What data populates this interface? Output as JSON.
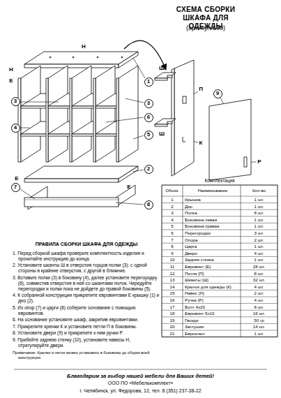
{
  "diagram": {
    "title": "СХЕМА СБОРКИ ШКАФА ДЛЯ ОДЕЖДЫ",
    "nodes": [
      {
        "text": [
          "1"
        ]
      },
      {
        "text": [
          "9"
        ]
      },
      {
        "text": [
          "3"
        ]
      },
      {
        "text": [
          "3"
        ]
      },
      {
        "text": [
          "6"
        ]
      },
      {
        "text": [
          "4"
        ]
      },
      {
        "text": [
          "5"
        ]
      },
      {
        "text": [
          "2"
        ]
      },
      {
        "text": [
          "7"
        ]
      },
      {
        "text": [
          "8"
        ]
      }
    ],
    "labels": [
      "(артикул 530)",
      "Н",
      "Н",
      "Е",
      "Е",
      "Е",
      "Ш",
      "Ш",
      "П",
      "К",
      "Р",
      "Комплектация",
      "Обозн.",
      "Наименование",
      "Кол-во",
      "1",
      "Крышка",
      "1 шт.",
      "2",
      "Дно",
      "1 шт.",
      "3",
      "Полка",
      "8 шт.",
      "4",
      "Боковина левая",
      "1 шт.",
      "5",
      "Боковина правая",
      "1 шт.",
      "6",
      "Перегородки",
      "3 шт.",
      "7",
      "Опора",
      "2 шт.",
      "8",
      "Царга",
      "1 шт.",
      "9",
      "Двери",
      "4 шт.",
      "10",
      "Задняя стенка",
      "1 шт.",
      "11",
      "Евровинт (Е)",
      "28 шт.",
      "12",
      "Петля (П)",
      "8 шт.",
      "13",
      "Шканты (Ш)",
      "32 шт.",
      "14",
      "Крючок для одежды (К)",
      "4 шт.",
      "15",
      "Навес (Н)",
      "2 шт.",
      "16",
      "Ручка (Р)",
      "4 шт.",
      "17",
      "Болт 4х20",
      "8 шт.",
      "18",
      "Евровинт 5х10",
      "16 шт.",
      "19",
      "Гвозди",
      "50 гр",
      "20",
      "Заглушки",
      "14 шт.",
      "21",
      "Евроключ",
      "1 шт.",
      "ПРАВИЛА СБОРКИ ШКАФА ДЛЯ ОДЕЖДЫ",
      "1. Перед сборкой шкафа проверьте комплектность изделия и прочитайте инструкцию до конца.",
      "2. Установите шканты Ш в отверстия торцов полки (3): с одной стороны в крайние отверстия, с другой в ближние.",
      "3. Вставьте полки (3) в боковину (4), далее установите перегородку (6), совместив отверстия в ней со шкантами полок. Чередуйте перегородки и полки пока не дойдете до правой боковины (5).",
      "4. К собранной конструкции прикрепите евровинтами Е крышку (1) и дно (2).",
      "5. Из опор (7) и царги (8) соберите основание с помощью евровинтов.",
      "6. На основание установите шкаф, закрепив евровинтами.",
      "7. Прикрепите крючки К и установите петли П в боковины.",
      "8. Установите двери (9) и прикрепите к ним ручки Р.",
      "9. Прибейте заднюю стенку (10), установите навесы Н, отрегулируйте двери.",
      "Примечание: Крючки и петли можно установить в боковины до сборки всей конструкции.",
      "Благодарим за выбор нашей мебели для Ваших детей!",
      "ООО ПО «Мебелькомплект»",
      "г. Челябинск, ул. Федорова, 12, тел. 8 (351) 237-38-22"
    ]
  }
}
